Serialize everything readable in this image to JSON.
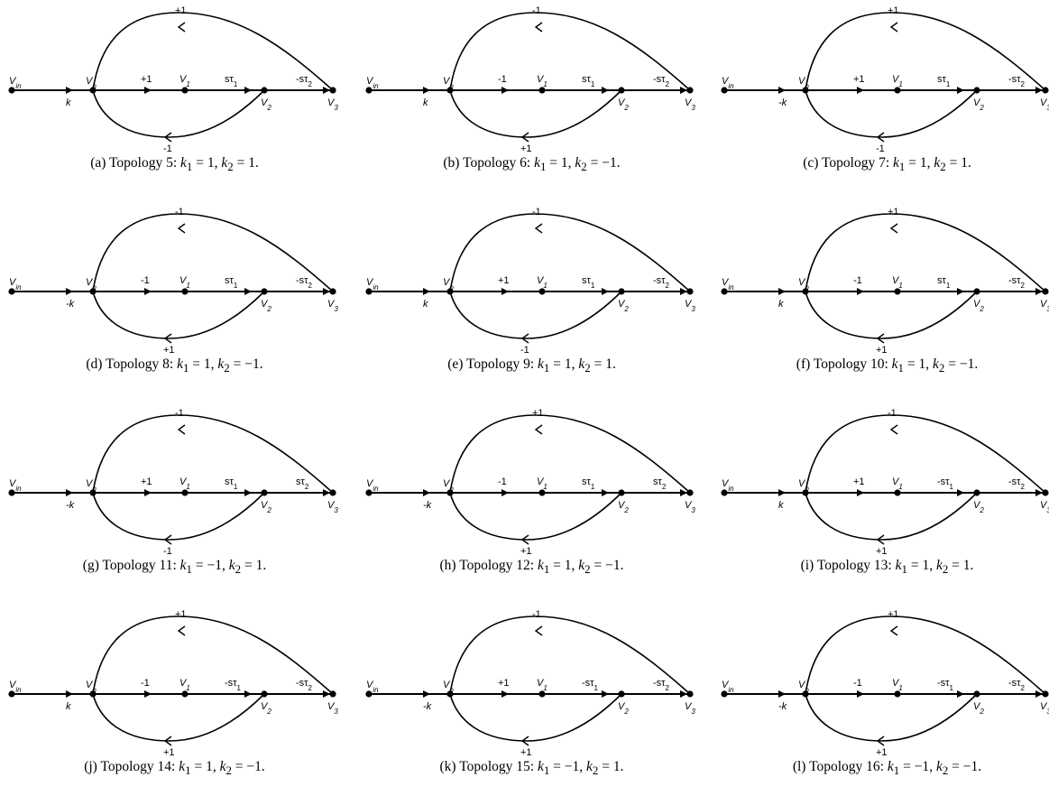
{
  "nodes": {
    "vin": "V",
    "vin_sub": "in",
    "vo": "V",
    "vo_sub": "o",
    "v1": "V",
    "v1_sub": "1",
    "v2": "V",
    "v2_sub": "2",
    "v3": "V",
    "v3_sub": "3",
    "tau": "sτ",
    "tau_sub1": "1",
    "tau_sub2": "2"
  },
  "panels": [
    {
      "letter": "(a)",
      "topology": "Topology 5:",
      "k1": "1",
      "k2": "1",
      "top": "+1",
      "bottom": "-1",
      "input": "k",
      "mid": "+1",
      "t1": "",
      "t2": "-"
    },
    {
      "letter": "(b)",
      "topology": "Topology 6:",
      "k1": "1",
      "k2": "−1",
      "top": "-1",
      "bottom": "+1",
      "input": "k",
      "mid": "-1",
      "t1": "",
      "t2": "-"
    },
    {
      "letter": "(c)",
      "topology": "Topology 7:",
      "k1": "1",
      "k2": "1",
      "top": "+1",
      "bottom": "-1",
      "input": "-k",
      "mid": "+1",
      "t1": "",
      "t2": "-"
    },
    {
      "letter": "(d)",
      "topology": "Topology 8:",
      "k1": "1",
      "k2": "−1",
      "top": "-1",
      "bottom": "+1",
      "input": "-k",
      "mid": "-1",
      "t1": "",
      "t2": "-"
    },
    {
      "letter": "(e)",
      "topology": "Topology 9:",
      "k1": "1",
      "k2": "1",
      "top": "-1",
      "bottom": "-1",
      "input": "k",
      "mid": "+1",
      "t1": "",
      "t2": "-"
    },
    {
      "letter": "(f)",
      "topology": "Topology 10:",
      "k1": "1",
      "k2": "−1",
      "top": "+1",
      "bottom": "+1",
      "input": "k",
      "mid": "-1",
      "t1": "",
      "t2": "-"
    },
    {
      "letter": "(g)",
      "topology": "Topology 11:",
      "k1": "−1",
      "k2": "1",
      "top": "-1",
      "bottom": "-1",
      "input": "-k",
      "mid": "+1",
      "t1": "",
      "t2": ""
    },
    {
      "letter": "(h)",
      "topology": "Topology 12:",
      "k1": "1",
      "k2": "−1",
      "top": "+1",
      "bottom": "+1",
      "input": "-k",
      "mid": "-1",
      "t1": "",
      "t2": ""
    },
    {
      "letter": "(i)",
      "topology": "Topology 13:",
      "k1": "1",
      "k2": "1",
      "top": "-1",
      "bottom": "+1",
      "input": "k",
      "mid": "+1",
      "t1": "-",
      "t2": "-"
    },
    {
      "letter": "(j)",
      "topology": "Topology 14:",
      "k1": "1",
      "k2": "−1",
      "top": "+1",
      "bottom": "+1",
      "input": "k",
      "mid": "-1",
      "t1": "-",
      "t2": "-"
    },
    {
      "letter": "(k)",
      "topology": "Topology 15:",
      "k1": "−1",
      "k2": "1",
      "top": "-1",
      "bottom": "+1",
      "input": "-k",
      "mid": "+1",
      "t1": "-",
      "t2": "-"
    },
    {
      "letter": "(l)",
      "topology": "Topology 16:",
      "k1": "−1",
      "k2": "−1",
      "top": "+1",
      "bottom": "+1",
      "input": "-k",
      "mid": "-1",
      "t1": "-",
      "t2": "-"
    }
  ],
  "caption_vars": {
    "k1": "k",
    "k1_sub": "1",
    "k2": "k",
    "k2_sub": "2",
    "eq": " = ",
    "sep": ", ",
    "end": "."
  }
}
